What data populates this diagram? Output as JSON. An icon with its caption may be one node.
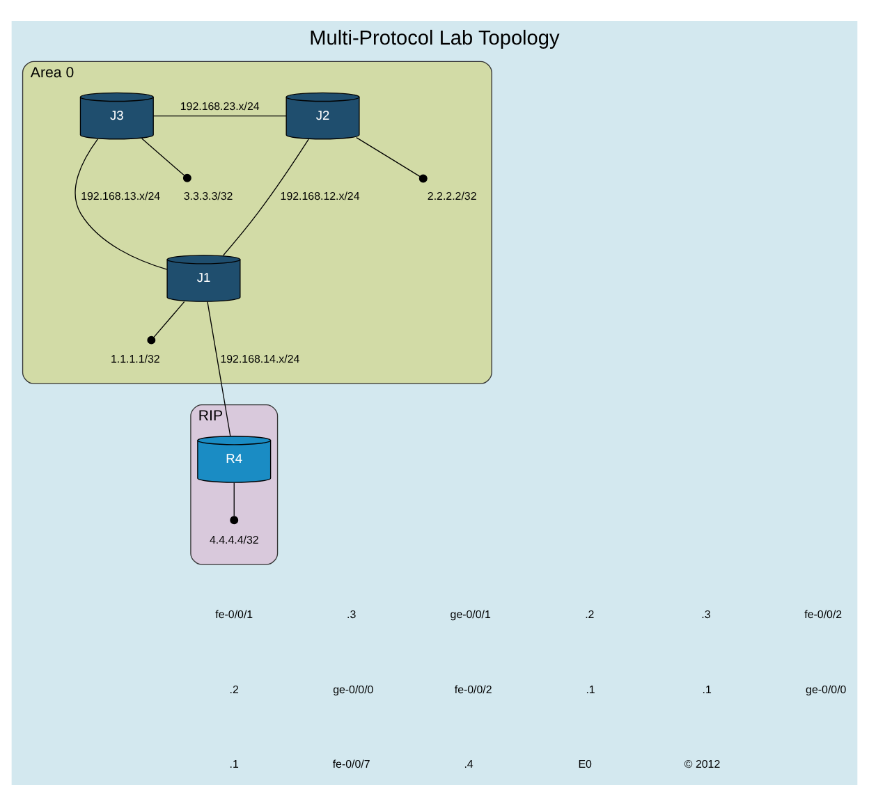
{
  "diagram": {
    "title": "Multi-Protocol Lab Topology",
    "nodes": [
      {
        "text": [
          "Area 0"
        ]
      },
      {
        "text": [
          "J3"
        ],
        "in": 0
      },
      {
        "text": [
          "J2"
        ],
        "in": 0
      },
      {
        "text": [
          "J1"
        ],
        "in": 0
      },
      {
        "text": [
          "3.3.3.3/32"
        ],
        "in": 0
      },
      {
        "text": [
          "2.2.2.2/32"
        ],
        "in": 0
      },
      {
        "text": [
          "1.1.1.1/32"
        ],
        "in": 0
      },
      {
        "text": [
          "RIP"
        ]
      },
      {
        "text": [
          "R4"
        ],
        "in": 7
      },
      {
        "text": [
          "4.4.4.4/32"
        ],
        "in": 7
      }
    ],
    "edges": [
      {
        "from": 1,
        "to": 2,
        "arrow": "none",
        "label": "192.168.23.x/24"
      },
      {
        "from": 1,
        "to": 3,
        "arrow": "none",
        "label": "192.168.13.x/24"
      },
      {
        "from": 2,
        "to": 3,
        "arrow": "none",
        "label": "192.168.12.x/24"
      },
      {
        "from": 1,
        "to": 4,
        "arrow": "other"
      },
      {
        "from": 2,
        "to": 5,
        "arrow": "other"
      },
      {
        "from": 3,
        "to": 6,
        "arrow": "other"
      },
      {
        "from": 3,
        "to": 8,
        "arrow": "none",
        "label": "192.168.14.x/24"
      },
      {
        "from": 8,
        "to": 9,
        "arrow": "other"
      }
    ],
    "labels": [
      "fe-0/0/1",
      ".3",
      "ge-0/0/1",
      ".2",
      ".3",
      "fe-0/0/2",
      ".2",
      "ge-0/0/0",
      "fe-0/0/2",
      ".1",
      ".1",
      "ge-0/0/0",
      ".1",
      "fe-0/0/7",
      ".4",
      "E0",
      "© 2012"
    ]
  }
}
